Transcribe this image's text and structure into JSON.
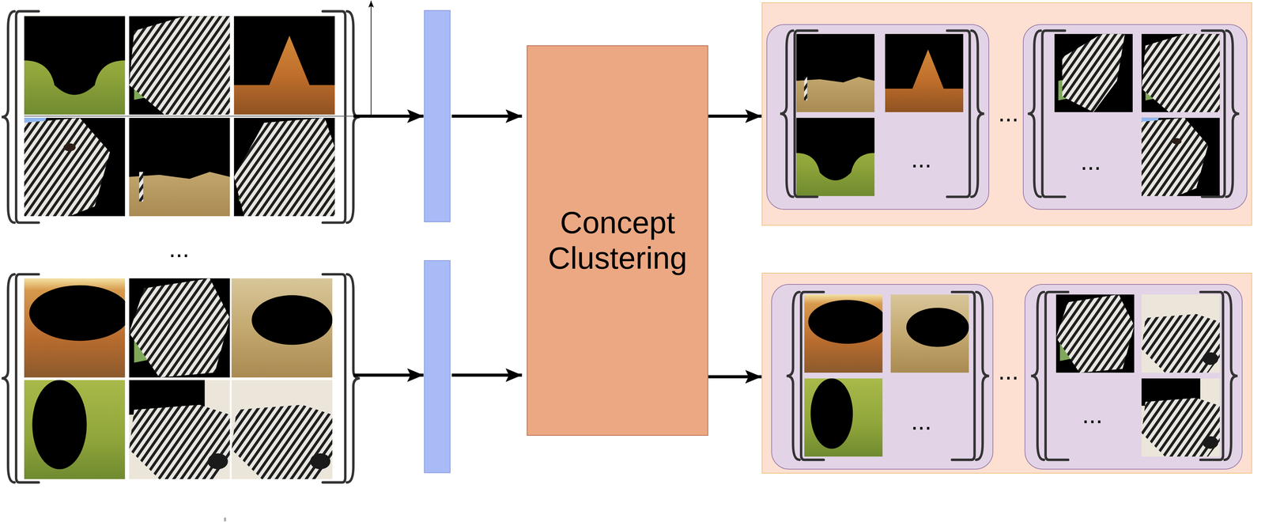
{
  "diagram": {
    "nodes": [
      {
        "text": [
          "Concept Clustering"
        ]
      },
      {
        "text": [
          "..."
        ]
      },
      {
        "text": [
          "..."
        ],
        "in": 1
      },
      {
        "text": [
          "..."
        ],
        "in": 1
      },
      {
        "text": [
          "..."
        ]
      },
      {
        "text": [
          "..."
        ],
        "in": 4
      },
      {
        "text": [
          "..."
        ],
        "in": 4
      }
    ],
    "edges": [
      {
        "from": 0,
        "to": 1,
        "arrow": "to"
      },
      {
        "from": 0,
        "to": 4,
        "arrow": "to"
      }
    ],
    "labels": [
      "..."
    ]
  }
}
